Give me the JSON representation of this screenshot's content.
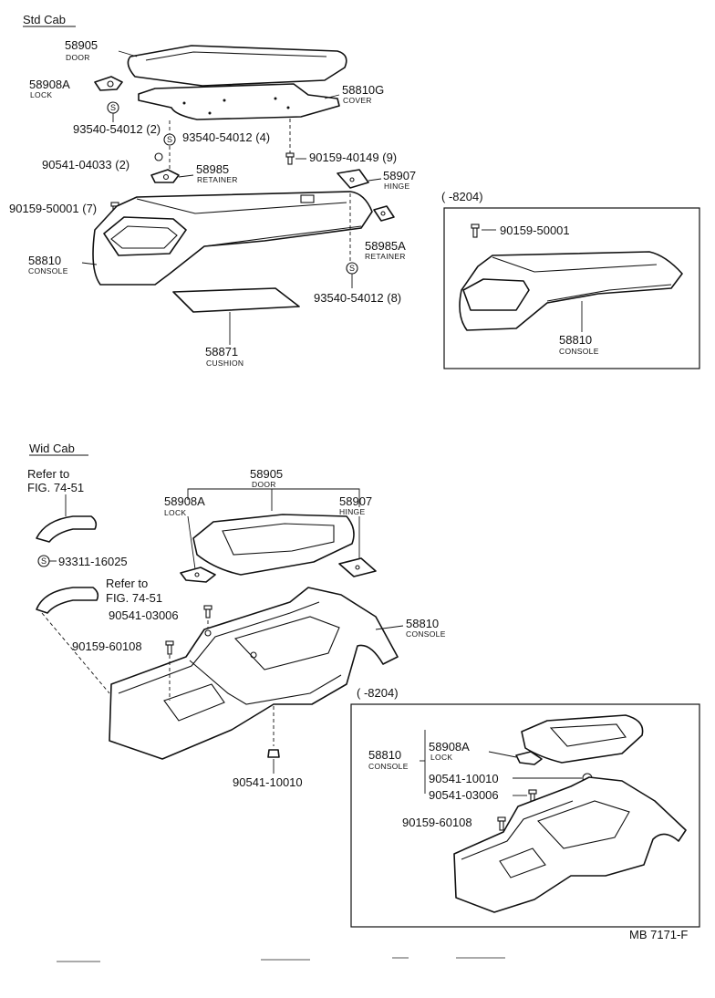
{
  "sections": {
    "std": {
      "heading": "Std Cab",
      "door_no": "58905",
      "door_name": "DOOR",
      "lock_no": "58908A",
      "lock_name": "LOCK",
      "cover_no": "58810G",
      "cover_name": "COVER",
      "clip1": "93540-54012 (2)",
      "clip2": "93540-54012 (4)",
      "bolt1": "90159-40149 (9)",
      "nut1": "90541-04033 (2)",
      "retainer_no": "58985",
      "retainer_name": "RETAINER",
      "hinge_no": "58907",
      "hinge_name": "HINGE",
      "bolt2": "90159-50001 (7)",
      "console_no": "58810",
      "console_name": "CONSOLE",
      "retainer2_no": "58985A",
      "retainer2_name": "RETAINER",
      "clip3": "93540-54012 (8)",
      "cushion_no": "58871",
      "cushion_name": "CUSHION"
    },
    "std_alt": {
      "range": "(        -8204)",
      "bolt": "90159-50001",
      "console_no": "58810",
      "console_name": "CONSOLE"
    },
    "wid": {
      "heading": "Wid Cab",
      "refer1": "Refer to",
      "refer1b": "FIG. 74-51",
      "clip": "93311-16025",
      "refer2": "Refer to",
      "refer2b": "FIG. 74-51",
      "door_no": "58905",
      "door_name": "DOOR",
      "lock_no": "58908A",
      "lock_name": "LOCK",
      "hinge_no": "58907",
      "hinge_name": "HINGE",
      "screw1": "90541-03006",
      "console_no": "58810",
      "console_name": "CONSOLE",
      "bolt": "90159-60108",
      "nut": "90541-10010"
    },
    "wid_alt": {
      "range": "(        -8204)",
      "console_no": "58810",
      "console_name": "CONSOLE",
      "lock_no": "58908A",
      "lock_name": "LOCK",
      "nut": "90541-10010",
      "screw": "90541-03006",
      "bolt": "90159-60108"
    }
  },
  "footer": {
    "code": "MB 7171-F"
  }
}
